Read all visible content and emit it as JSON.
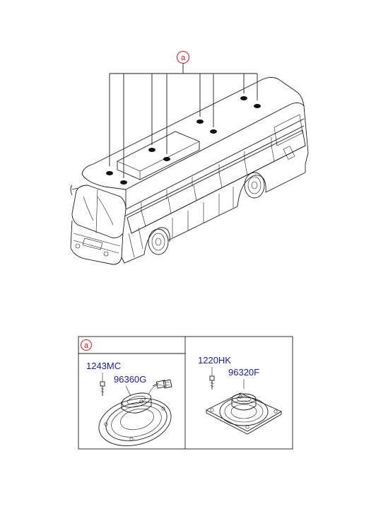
{
  "diagram": {
    "callout_main": "a",
    "callout_box": "a",
    "parts": {
      "left_bolt": "1243MC",
      "left_speaker": "96360G",
      "right_bolt": "1220HK",
      "right_speaker": "96320F"
    },
    "colors": {
      "part_label": "#1a1aa8",
      "callout": "#d01818",
      "line": "#1a1a1a"
    },
    "icons": [
      "bus-illustration",
      "round-speaker-icon",
      "square-speaker-icon",
      "bolt-icon",
      "connector-icon"
    ]
  }
}
